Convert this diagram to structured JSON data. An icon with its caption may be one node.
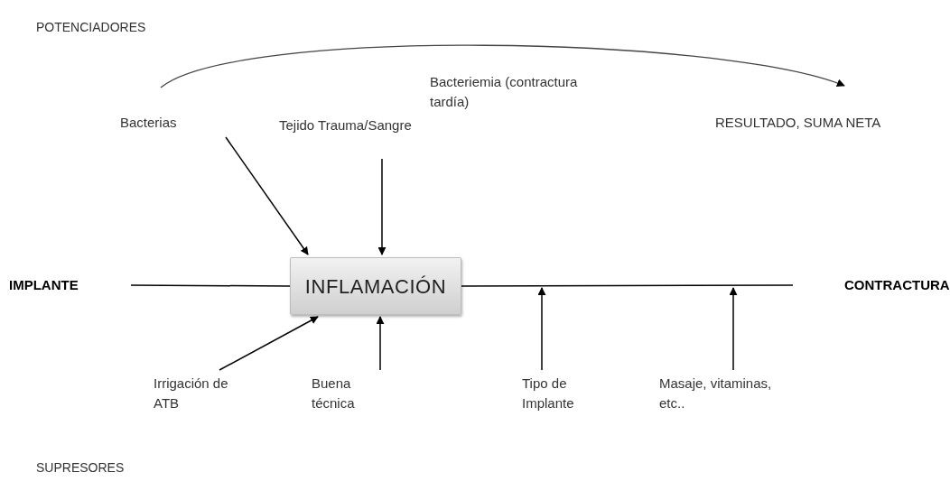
{
  "diagram": {
    "nodes": [
      {
        "text": [
          "IMPLANTE"
        ]
      },
      {
        "text": [
          "INFLAMACIÓN"
        ]
      },
      {
        "text": [
          "CONTRACTURA"
        ]
      },
      {
        "text": [
          "Bacterias"
        ]
      },
      {
        "text": [
          "Tejido Trauma/Sangre"
        ]
      },
      {
        "text": [
          "Bacteriemia (contractura tardía)"
        ]
      },
      {
        "text": [
          "RESULTADO, SUMA NETA"
        ]
      },
      {
        "text": [
          "Irrigación de ATB"
        ]
      },
      {
        "text": [
          "Buena técnica"
        ]
      },
      {
        "text": [
          "Tipo de Implante"
        ]
      },
      {
        "text": [
          "Masaje, vitaminas, etc.."
        ]
      }
    ],
    "edges": [
      {
        "from": 0,
        "to": 1,
        "arrow": "none"
      },
      {
        "from": 1,
        "to": 2,
        "arrow": "none"
      },
      {
        "from": 3,
        "to": 1,
        "arrow": "to"
      },
      {
        "from": 4,
        "to": 1,
        "arrow": "to"
      },
      {
        "from": 7,
        "to": 1,
        "arrow": "to"
      },
      {
        "from": 8,
        "to": 1,
        "arrow": "to"
      },
      {
        "from": 9,
        "to": null,
        "arrow": "to"
      },
      {
        "from": 10,
        "to": null,
        "arrow": "to"
      },
      {
        "from": 3,
        "to": 6,
        "arrow": "to"
      }
    ],
    "labels": [
      "POTENCIADORES",
      "SUPRESORES"
    ]
  }
}
